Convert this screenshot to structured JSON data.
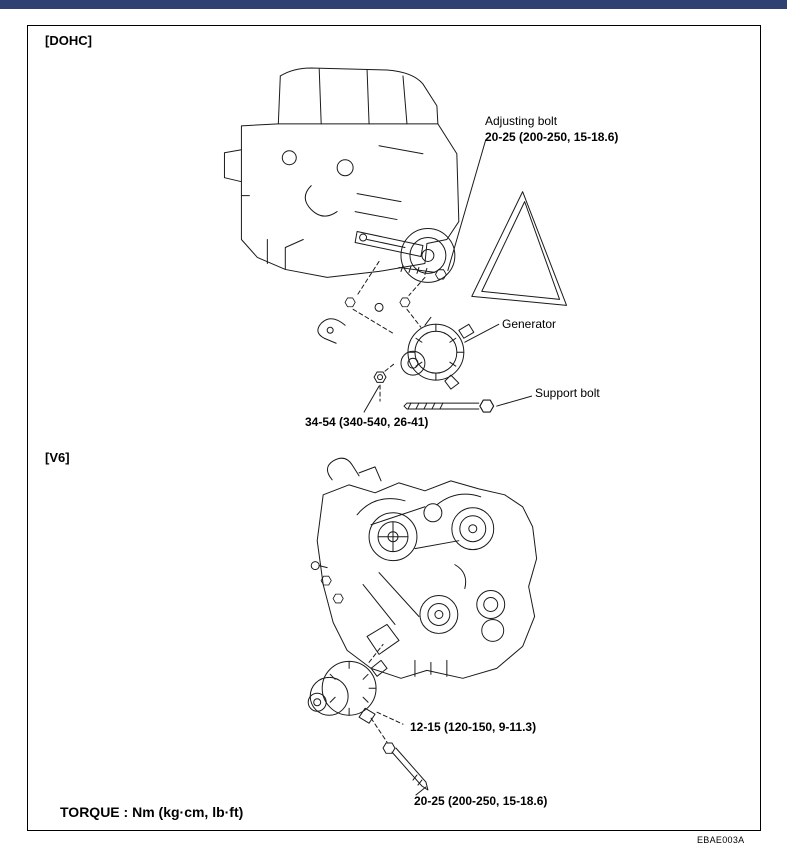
{
  "colors": {
    "top_bar": "#2e4172",
    "line": "#1a1a1a",
    "background": "#ffffff"
  },
  "dohc": {
    "tag": "[DOHC]",
    "adjusting_bolt_label": "Adjusting bolt",
    "adjusting_bolt_torque": "20-25 (200-250, 15-18.6)",
    "generator_label": "Generator",
    "support_bolt_label": "Support bolt",
    "mount_nut_torque": "34-54 (340-540, 26-41)"
  },
  "v6": {
    "tag": "[V6]",
    "adjusting_bolt_torque": "12-15 (120-150, 9-11.3)",
    "through_bolt_torque": "20-25 (200-250, 15-18.6)"
  },
  "footer": {
    "torque_note": "TORQUE : Nm (kg·cm, lb·ft)",
    "figure_code": "EBAE003A"
  }
}
